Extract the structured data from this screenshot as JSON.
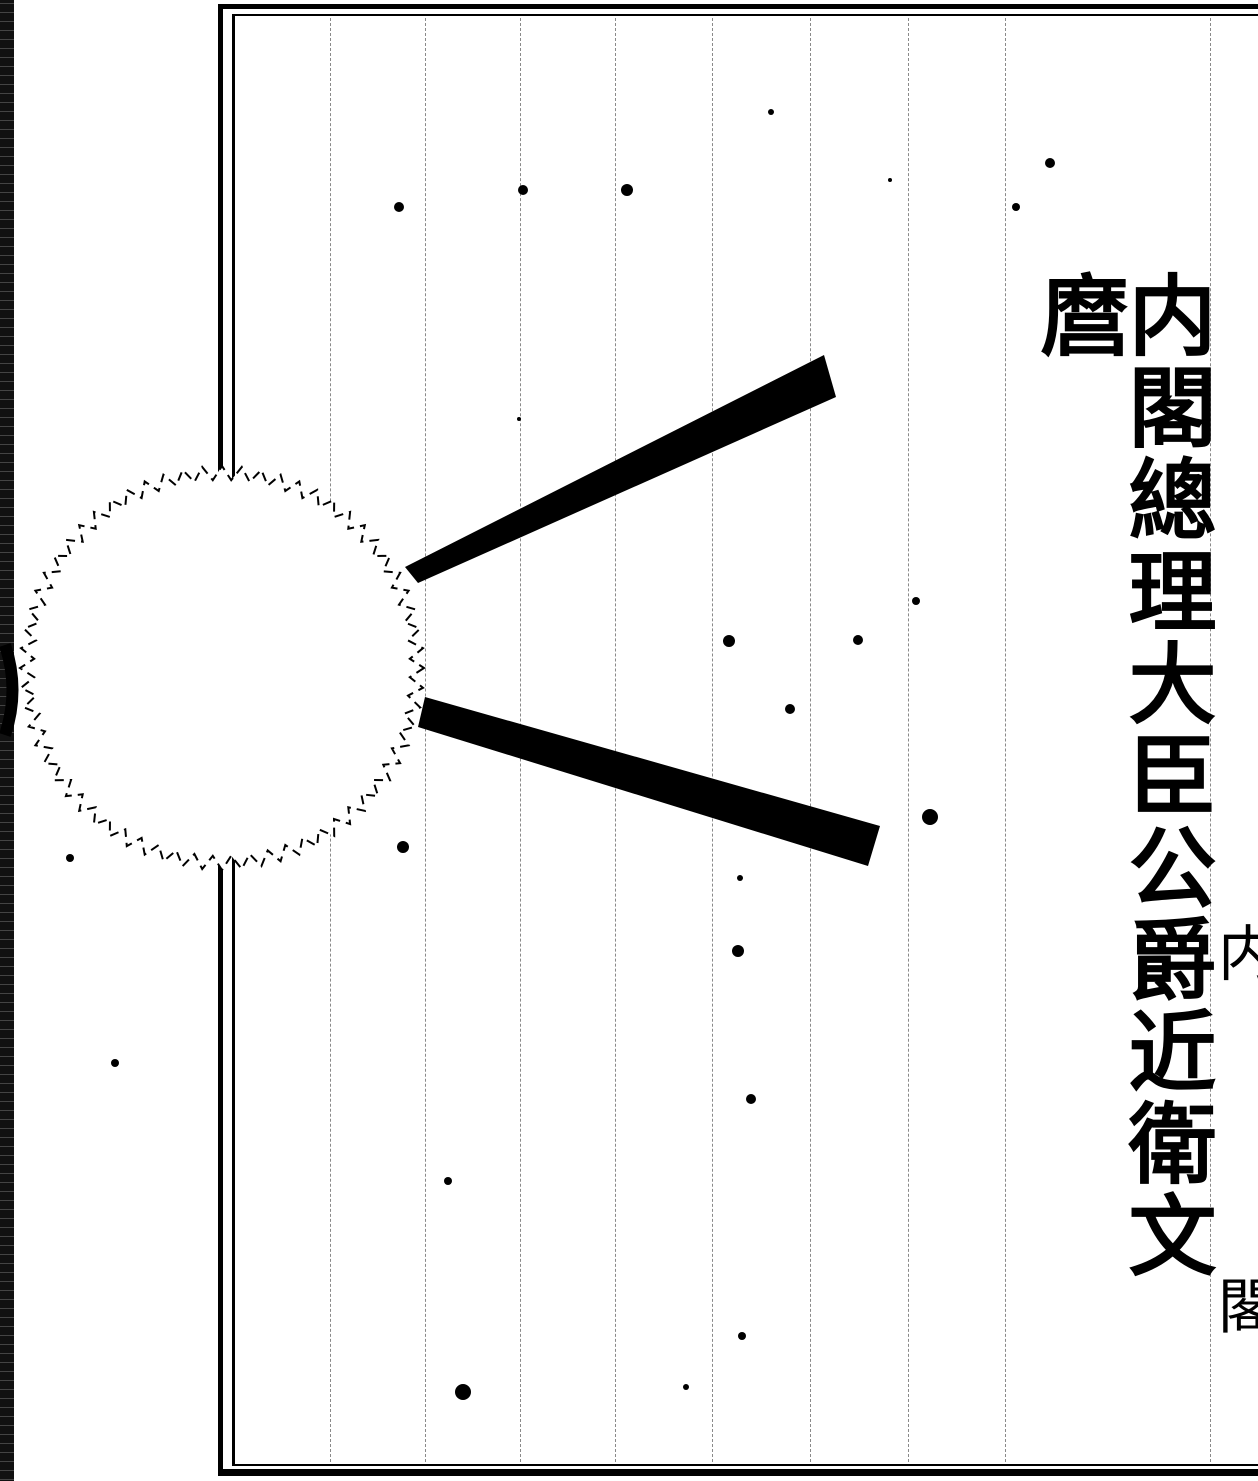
{
  "title": "内閣總理大臣公爵近衛文麿",
  "side_characters": [
    "内",
    "閣"
  ],
  "colors": {
    "ink": "#000000",
    "paper": "#ffffff",
    "rule": "#8a8a8a"
  }
}
